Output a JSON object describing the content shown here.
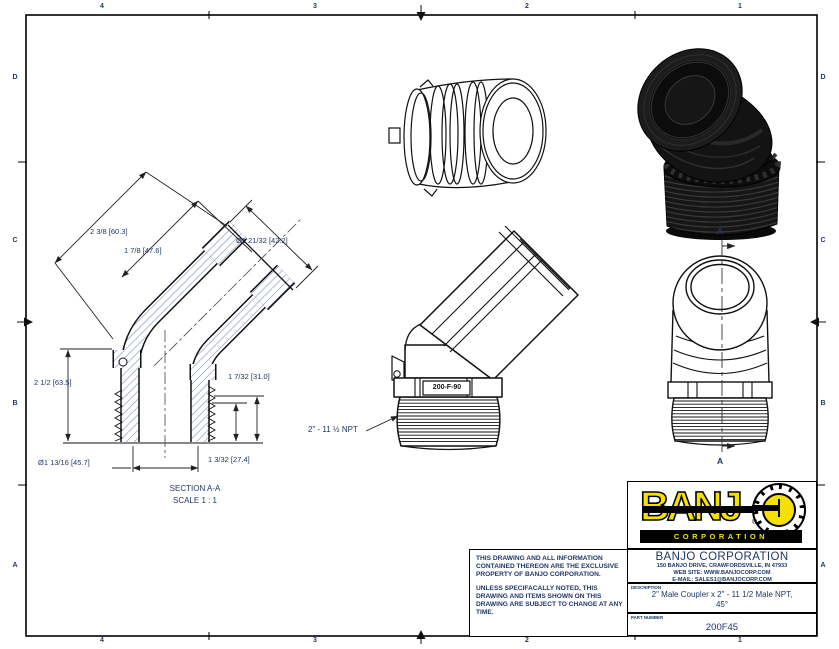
{
  "sheet": {
    "grid_refs": {
      "columns": [
        "4",
        "3",
        "2",
        "1"
      ],
      "rows": [
        "D",
        "C",
        "B",
        "A"
      ]
    },
    "section_view": {
      "dim_len_outer": "2 3/8 [60.3]",
      "dim_len_inner": "1 7/8 [47.6]",
      "dim_coupler_dia": "Ø1 21/32 [42.2]",
      "dim_height": "2 1/2 [63.5]",
      "dim_thread_len_outer": "1 7/32 [31.0]",
      "dim_thread_len_inner": "1 3/32 [27.4]",
      "dim_thread_dia": "Ø1 13/16 [45.7]",
      "caption": "SECTION A-A",
      "scale": "SCALE 1 : 1"
    },
    "elbow_view": {
      "part_marking": "200-F-90",
      "thread_callout": "2\" - 11 ½ NPT"
    },
    "top_view": {
      "cut_label_top": "A",
      "cut_label_bottom": "A"
    },
    "title_block": {
      "notes_para1": "THIS DRAWING AND ALL INFORMATION CONTAINED THEREON ARE THE EXCLUSIVE PROPERTY OF BANJO CORPORATION.",
      "notes_para2": "UNLESS SPECIFACALLY NOTED, THIS DRAWING AND ITEMS SHOWN ON THIS DRAWING ARE SUBJECT TO CHANGE AT ANY TIME.",
      "company_name": "BANJO CORPORATION",
      "address": "150 BANJO DRIVE, CRAWFORDSVILLE, IN 47933",
      "website": "WEB SITE: WWW.BANJOCORP.COM",
      "email": "E-MAIL: SALES1@BANJOCORP.COM",
      "description_label": "DESCRIPTION",
      "description_line1": "2\" Male Coupler x 2\" - 11 1/2 Male NPT,",
      "description_line2": "45°",
      "part_number_label": "PART NUMBER",
      "part_number": "200F45",
      "logo": {
        "brand": "BANJ",
        "registered": "®",
        "corporation": "CORPORATION"
      }
    },
    "colors": {
      "accent_navy": "#1f3864",
      "hatch_blue": "#7484b8",
      "logo_yellow": "#f5e003"
    }
  }
}
